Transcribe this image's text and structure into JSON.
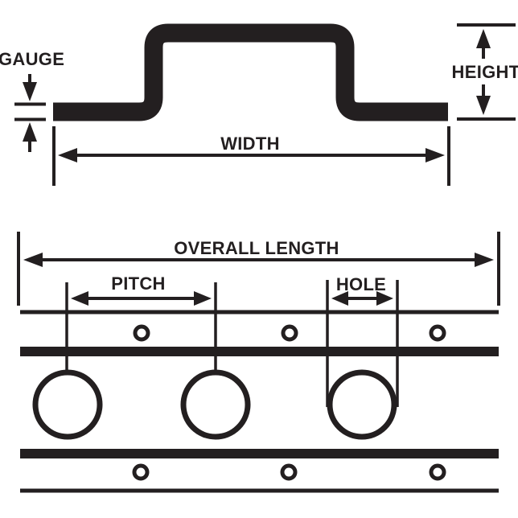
{
  "colors": {
    "ink": "#231f20",
    "background": "#ffffff"
  },
  "cross_section": {
    "gauge_label": "GAUGE",
    "height_label": "HEIGHT",
    "width_label": "WIDTH"
  },
  "plan_view": {
    "overall_length_label": "OVERALL LENGTH",
    "pitch_label": "PITCH",
    "hole_label": "HOLE"
  }
}
